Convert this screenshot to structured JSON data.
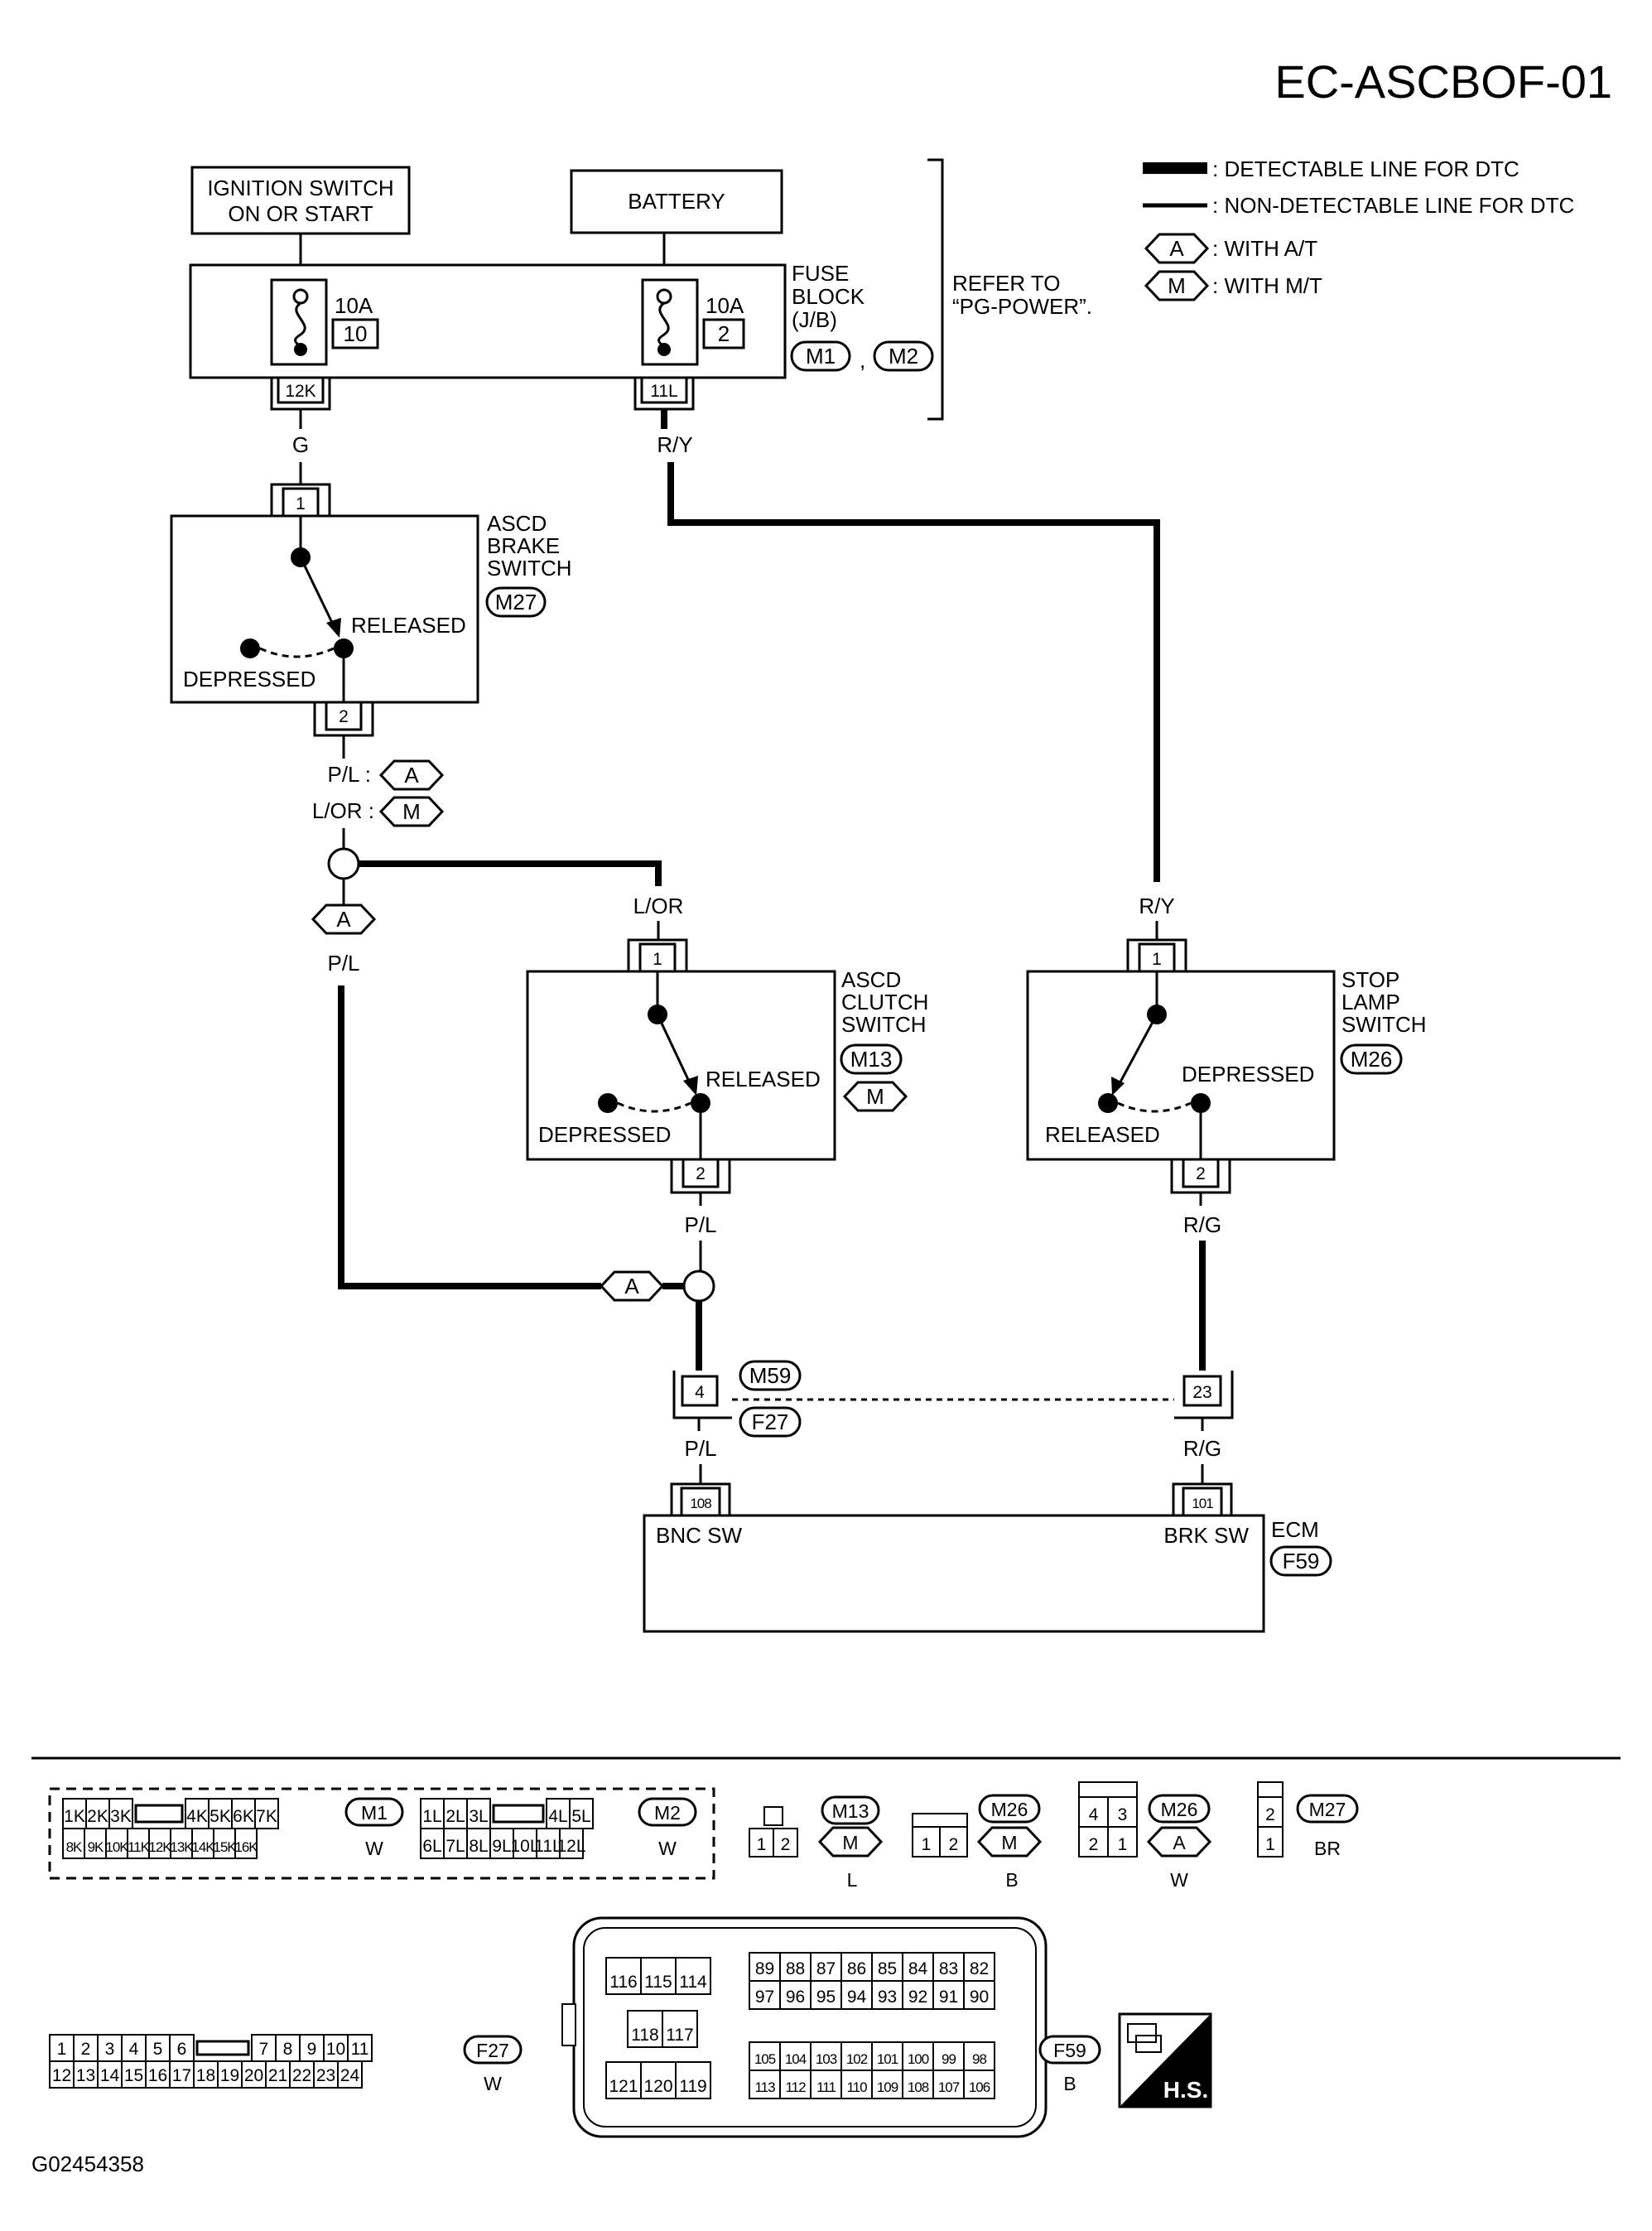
{
  "diagram_id": "EC-ASCBOF-01",
  "image_code": "G02454358",
  "legend": {
    "detectable": ": DETECTABLE LINE FOR DTC",
    "non_detectable": ": NON-DETECTABLE LINE FOR DTC",
    "at_symbol": "A",
    "at_text": ": WITH A/T",
    "mt_symbol": "M",
    "mt_text": ": WITH M/T"
  },
  "sources": {
    "ignition_line1": "IGNITION SWITCH",
    "ignition_line2": "ON OR START",
    "battery": "BATTERY"
  },
  "fuse_block": {
    "line1": "FUSE",
    "line2": "BLOCK",
    "line3": "(J/B)",
    "conn1": "M1",
    "sep": ",",
    "conn2": "M2",
    "fuse1_amp": "10A",
    "fuse1_no": "10",
    "fuse2_amp": "10A",
    "fuse2_no": "2",
    "term1": "12K",
    "term2": "11L",
    "refer_line1": "REFER TO",
    "refer_line2": "“PG-POWER”."
  },
  "wires": {
    "g": "G",
    "ry_top": "R/Y",
    "ry_mid": "R/Y",
    "pl_a": "P/L :",
    "lor_m": "L/OR :",
    "pl_after_a": "P/L",
    "lor_clutch": "L/OR",
    "pl_clutch": "P/L",
    "rg_stop": "R/G",
    "pl_ecm": "P/L",
    "rg_ecm": "R/G"
  },
  "brake_switch": {
    "name1": "ASCD",
    "name2": "BRAKE",
    "name3": "SWITCH",
    "conn": "M27",
    "pin_in": "1",
    "pin_out": "2",
    "released": "RELEASED",
    "depressed": "DEPRESSED"
  },
  "clutch_switch": {
    "name1": "ASCD",
    "name2": "CLUTCH",
    "name3": "SWITCH",
    "conn": "M13",
    "variant": "M",
    "pin_in": "1",
    "pin_out": "2",
    "released": "RELEASED",
    "depressed": "DEPRESSED"
  },
  "stop_switch": {
    "name1": "STOP",
    "name2": "LAMP",
    "name3": "SWITCH",
    "conn": "M26",
    "pin_in": "1",
    "pin_out": "2",
    "depressed": "DEPRESSED",
    "released": "RELEASED"
  },
  "markers": {
    "a_pl": "A",
    "m_lor": "M",
    "a_branch": "A",
    "a_join": "A"
  },
  "joint": {
    "conn_top": "M59",
    "conn_bot": "F27",
    "pin_left": "4",
    "pin_right": "23"
  },
  "ecm": {
    "name": "ECM",
    "conn": "F59",
    "pin_left": "108",
    "pin_right": "101",
    "label_left": "BNC SW",
    "label_right": "BRK SW"
  },
  "connector_views": {
    "m1": {
      "id": "M1",
      "color": "W",
      "row1": [
        "1K",
        "2K",
        "3K",
        "",
        "4K",
        "5K",
        "6K",
        "7K"
      ],
      "row2": [
        "8K",
        "9K",
        "10K",
        "11K",
        "12K",
        "13K",
        "14K",
        "15K",
        "16K"
      ]
    },
    "m2": {
      "id": "M2",
      "color": "W",
      "row1": [
        "1L",
        "2L",
        "3L",
        "",
        "4L",
        "5L"
      ],
      "row2": [
        "6L",
        "7L",
        "8L",
        "9L",
        "10L",
        "11L",
        "12L"
      ]
    },
    "m13": {
      "id": "M13",
      "variant": "M",
      "color": "L",
      "pins": [
        "1",
        "2"
      ]
    },
    "m26_mt": {
      "id": "M26",
      "variant": "M",
      "color": "B",
      "pins": [
        "1",
        "2"
      ]
    },
    "m26_at": {
      "id": "M26",
      "variant": "A",
      "color": "W",
      "row1": [
        "4",
        "3"
      ],
      "row2": [
        "2",
        "1"
      ]
    },
    "m27": {
      "id": "M27",
      "color": "BR",
      "pins": [
        "2",
        "1"
      ]
    },
    "f27": {
      "id": "F27",
      "color": "W",
      "row1": [
        "1",
        "2",
        "3",
        "4",
        "5",
        "6",
        "",
        "7",
        "8",
        "9",
        "10",
        "11"
      ],
      "row2": [
        "12",
        "13",
        "14",
        "15",
        "16",
        "17",
        "18",
        "19",
        "20",
        "21",
        "22",
        "23",
        "24"
      ]
    },
    "f59": {
      "id": "F59",
      "color": "B",
      "a_row": [
        "116",
        "115",
        "114"
      ],
      "b_row": [
        "118",
        "117"
      ],
      "c_row": [
        "121",
        "120",
        "119"
      ],
      "d_row1": [
        "89",
        "88",
        "87",
        "86",
        "85",
        "84",
        "83",
        "82"
      ],
      "d_row2": [
        "97",
        "96",
        "95",
        "94",
        "93",
        "92",
        "91",
        "90"
      ],
      "e_row1": [
        "105",
        "104",
        "103",
        "102",
        "101",
        "100",
        "99",
        "98"
      ],
      "e_row2": [
        "113",
        "112",
        "111",
        "110",
        "109",
        "108",
        "107",
        "106"
      ]
    },
    "hs_label": "H.S."
  }
}
